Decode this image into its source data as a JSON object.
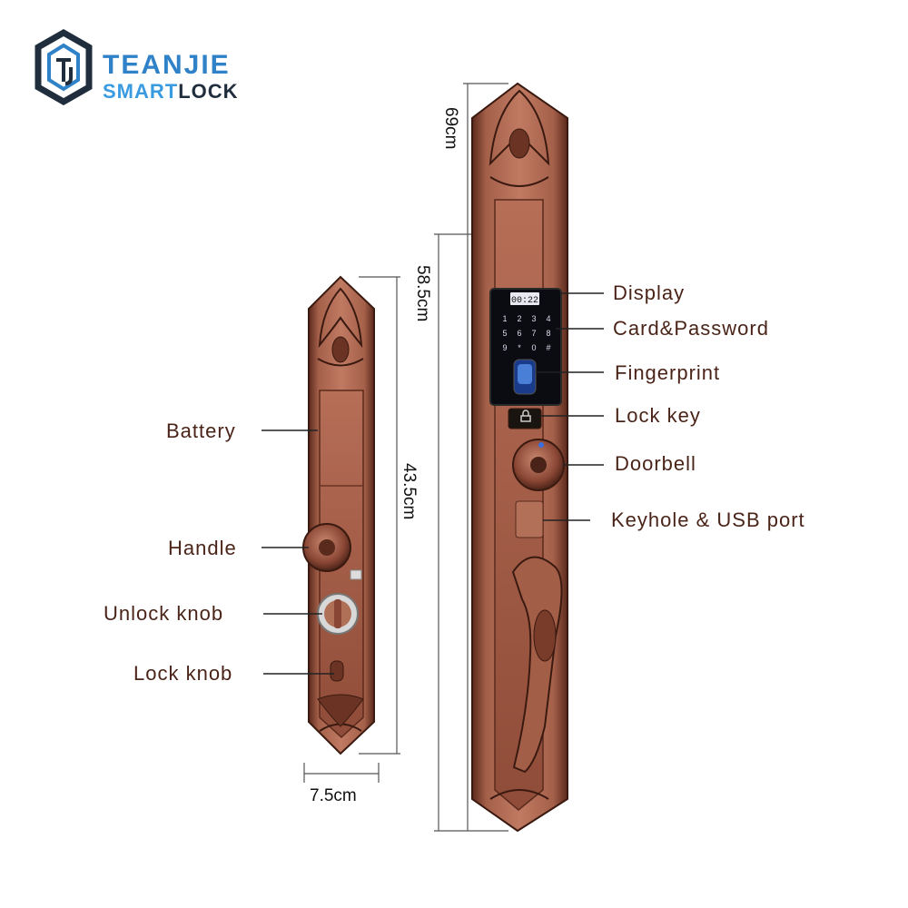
{
  "brand": {
    "name": "TEANJIE",
    "line2_a": "SMART",
    "line2_b": "LOCK",
    "logo_letters": "TJ"
  },
  "dimensions": {
    "total_height": "69cm",
    "upper_height": "58.5cm",
    "back_height": "43.5cm",
    "width": "7.5cm"
  },
  "labels_left": {
    "battery": "Battery",
    "handle": "Handle",
    "unlock_knob": "Unlock knob",
    "lock_knob": "Lock knob"
  },
  "labels_right": {
    "display": "Display",
    "card_password": "Card&Password",
    "fingerprint": "Fingerprint",
    "lock_key": "Lock key",
    "doorbell": "Doorbell",
    "keyhole_usb": "Keyhole & USB port"
  },
  "screen": {
    "time": "00:22",
    "keys": [
      "1",
      "2",
      "3",
      "4",
      "5",
      "6",
      "7",
      "8",
      "9",
      "*",
      "0",
      "#"
    ]
  },
  "colors": {
    "copper": "#9a5541",
    "copper_dark": "#4a2318",
    "copper_light": "#c98870",
    "brand_blue": "#2f82c8",
    "label_text": "#4a2418"
  }
}
